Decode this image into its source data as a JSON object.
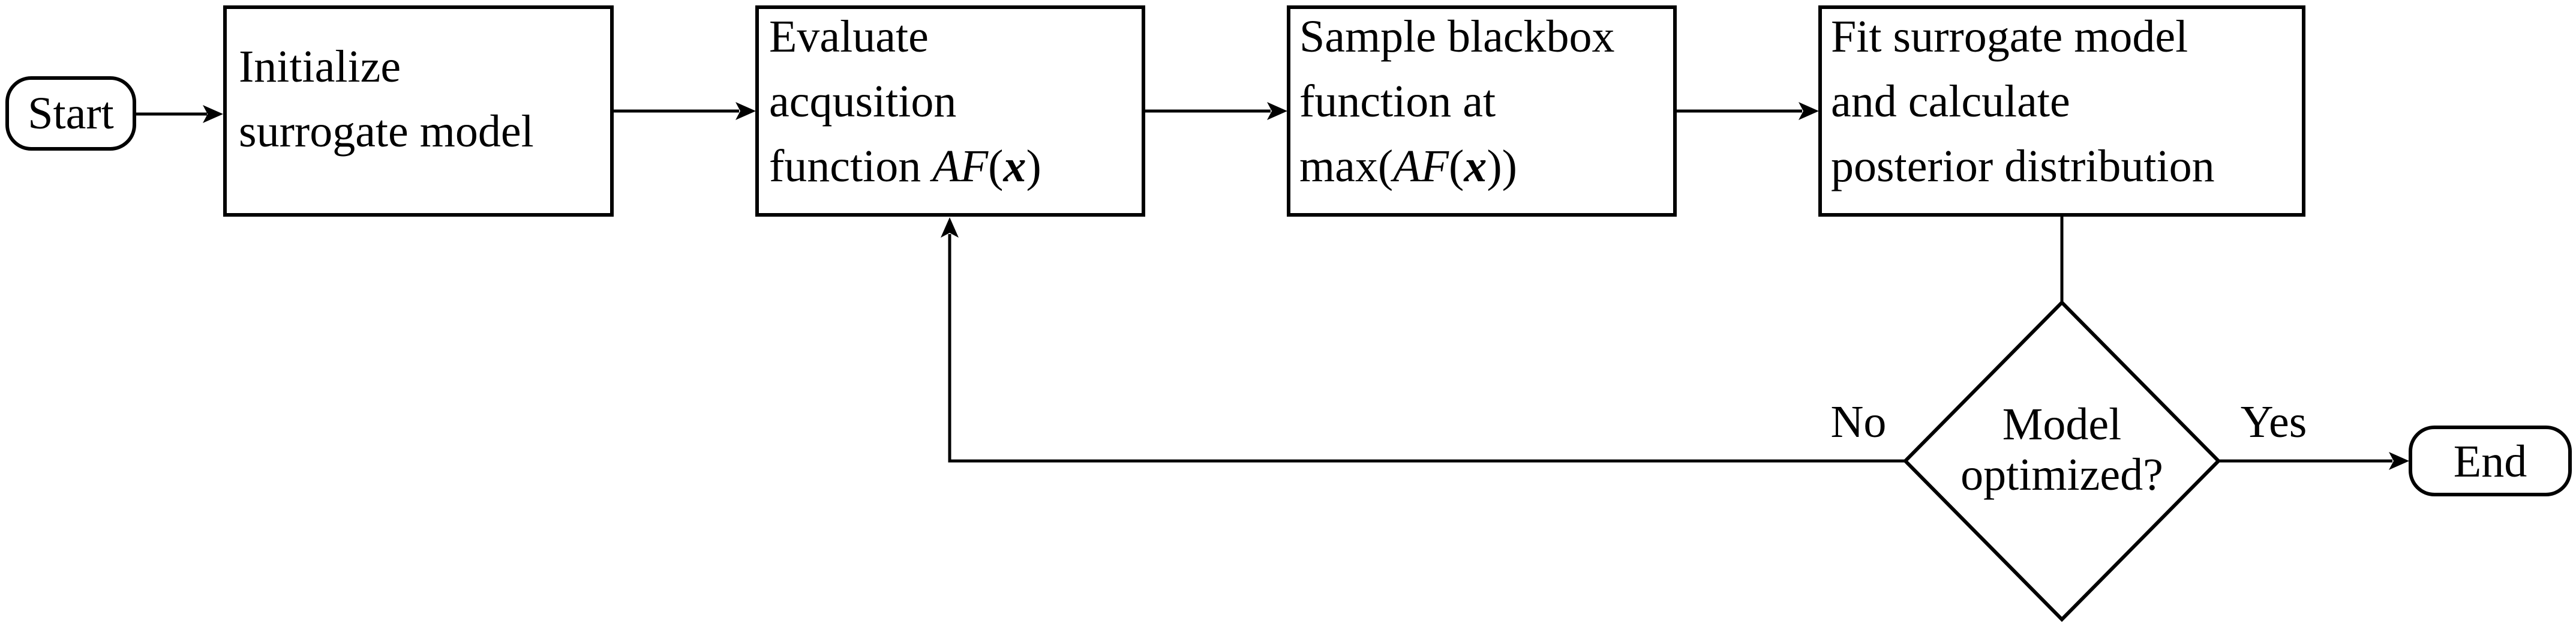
{
  "nodes": {
    "start": {
      "label": "Start"
    },
    "init": {
      "lines": [
        "Initialize",
        "surrogate model"
      ]
    },
    "evaluate": {
      "line1": "Evaluate",
      "line2": "acqusition",
      "line3_prefix": "function ",
      "af": "AF",
      "open": "(",
      "x": "x",
      "close": ")"
    },
    "sample": {
      "line1": "Sample blackbox",
      "line2": "function at",
      "max": "max",
      "open_outer": "(",
      "af": "AF",
      "open": "(",
      "x": "x",
      "close": "))"
    },
    "fit": {
      "lines": [
        "Fit surrogate model",
        "and calculate",
        "posterior distribution"
      ]
    },
    "decision": {
      "lines": [
        "Model",
        "optimized?"
      ]
    },
    "end": {
      "label": "End"
    }
  },
  "edges": {
    "no_label": "No",
    "yes_label": "Yes"
  }
}
